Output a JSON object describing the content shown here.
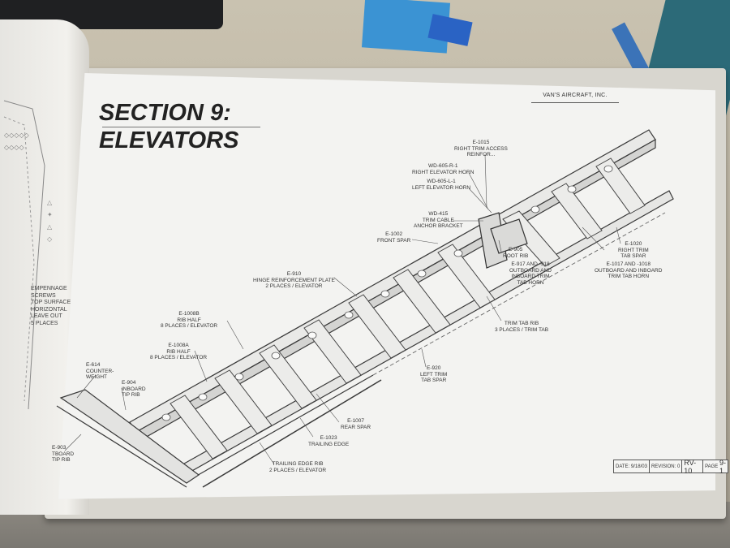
{
  "page": {
    "title_line1": "SECTION 9:",
    "title_line2": "ELEVATORS",
    "brand": "VAN'S AIRCRAFT, INC."
  },
  "left_page": {
    "text": [
      "EMPENNAGE",
      "SCREWS",
      "TOP SURFACE",
      "HORIZONTAL",
      "LEAVE OUT",
      "5 PLACES"
    ]
  },
  "callouts": [
    {
      "id": "e1015",
      "lines": [
        "E-1015",
        "RIGHT TRIM ACCESS",
        "REINFOR..."
      ]
    },
    {
      "id": "wd605r",
      "lines": [
        "WD-605-R-1",
        "RIGHT ELEVATOR HORN"
      ]
    },
    {
      "id": "wd605l",
      "lines": [
        "WD-605-L-1",
        "LEFT ELEVATOR HORN"
      ]
    },
    {
      "id": "wd415",
      "lines": [
        "WD-415",
        "TRIM CABLE",
        "ANCHOR BRACKET"
      ]
    },
    {
      "id": "e1002",
      "lines": [
        "E-1002",
        "FRONT SPAR"
      ]
    },
    {
      "id": "e905",
      "lines": [
        "E-905",
        "ROOT RIB"
      ]
    },
    {
      "id": "e917",
      "lines": [
        "E-917 AND -918",
        "OUTBOARD AND",
        "INBOARD TRIM",
        "TAB HORN"
      ]
    },
    {
      "id": "e1017",
      "lines": [
        "E-1017 AND -1018",
        "OUTBOARD AND INBOARD",
        "TRIM TAB HORN"
      ]
    },
    {
      "id": "e1020",
      "lines": [
        "E-1020",
        "RIGHT TRIM",
        "TAB SPAR"
      ]
    },
    {
      "id": "e910",
      "lines": [
        "E-910",
        "HINGE REINFORCEMENT PLATE",
        "2 PLACES / ELEVATOR"
      ]
    },
    {
      "id": "e1008b",
      "lines": [
        "E-1008B",
        "RIB HALF",
        "8 PLACES / ELEVATOR"
      ]
    },
    {
      "id": "e1008a",
      "lines": [
        "E-1008A",
        "RIB HALF",
        "8 PLACES / ELEVATOR"
      ]
    },
    {
      "id": "tabrib",
      "lines": [
        "TRIM TAB RIB",
        "3 PLACES / TRIM TAB"
      ]
    },
    {
      "id": "e920",
      "lines": [
        "E-920",
        "LEFT TRIM",
        "TAB SPAR"
      ]
    },
    {
      "id": "e614",
      "lines": [
        "E-614",
        "COUNTER-",
        "WEIGHT"
      ]
    },
    {
      "id": "e904",
      "lines": [
        "E-904",
        "INBOARD",
        "TIP RIB"
      ]
    },
    {
      "id": "e1007",
      "lines": [
        "E-1007",
        "REAR SPAR"
      ]
    },
    {
      "id": "e1023",
      "lines": [
        "E-1023",
        "TRAILING EDGE"
      ]
    },
    {
      "id": "e903",
      "lines": [
        "E-903",
        "TBOARD",
        "TIP RIB"
      ]
    },
    {
      "id": "terib",
      "lines": [
        "TRAILING EDGE RIB",
        "2 PLACES / ELEVATOR"
      ]
    }
  ],
  "title_block": {
    "date_label": "DATE:",
    "date": "9/18/03",
    "revision_label": "REVISION:",
    "revision": "0",
    "model": "RV-10",
    "page_label": "PAGE",
    "page": "9-1"
  }
}
